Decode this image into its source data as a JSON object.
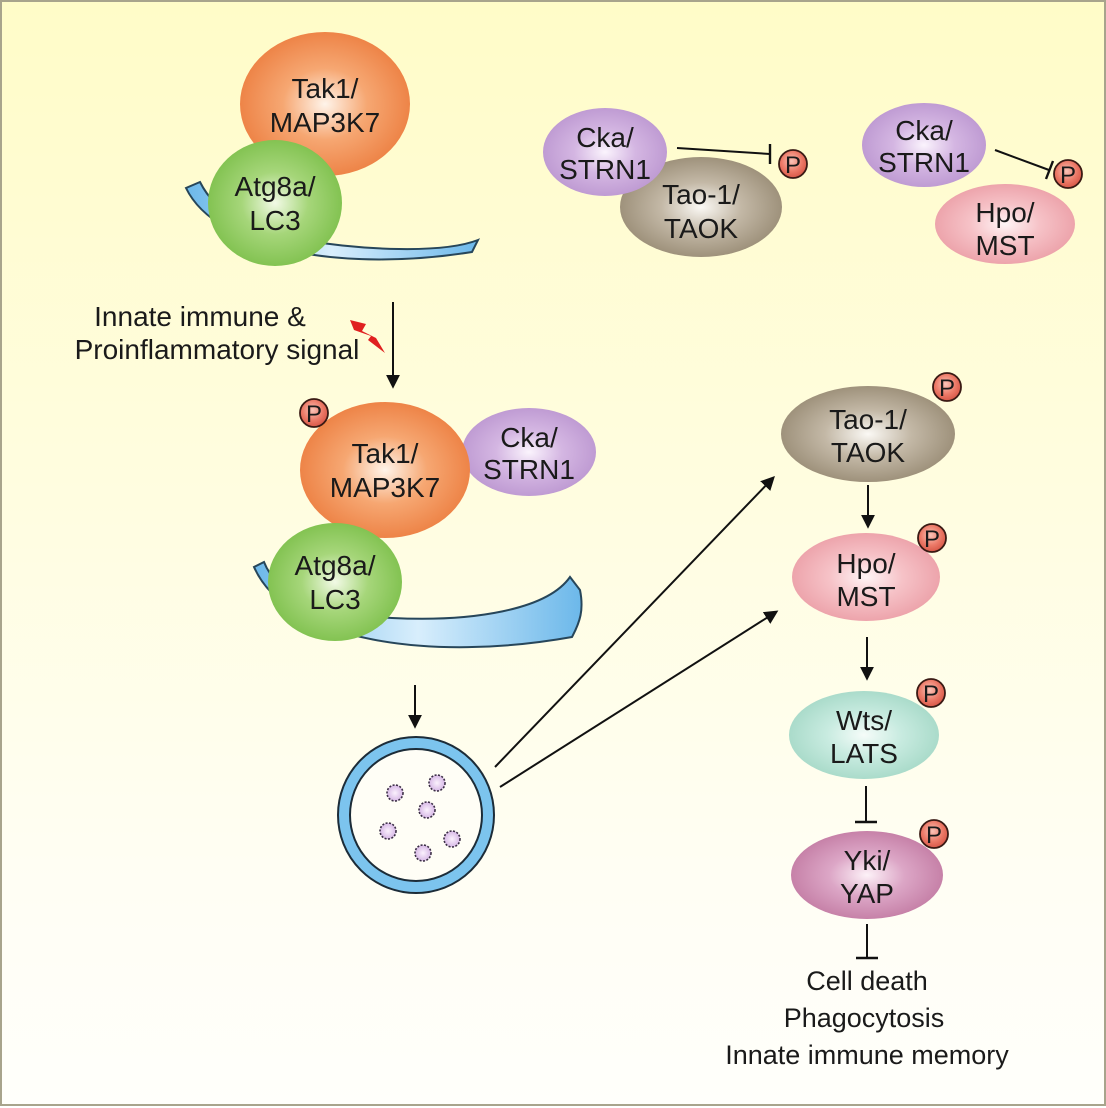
{
  "colors": {
    "tak1": "#f08a4b",
    "atg8a": "#8cc85a",
    "cka": "#c6a2d6",
    "tao1": "#a0937e",
    "hpo": "#f0a8b0",
    "wts": "#a8dccc",
    "yki": "#c880a8",
    "membrane": "#7cc4ee",
    "phospho": "#e8685a",
    "signal": "#e02020"
  },
  "top_left_complex": {
    "tak1": [
      "Tak1/",
      "MAP3K7"
    ],
    "atg8a": [
      "Atg8a/",
      "LC3"
    ]
  },
  "top_middle_complex": {
    "cka": [
      "Cka/",
      "STRN1"
    ],
    "tao1": [
      "Tao-1/",
      "TAOK"
    ],
    "phospho": "P"
  },
  "top_right_complex": {
    "cka": [
      "Cka/",
      "STRN1"
    ],
    "hpo": [
      "Hpo/",
      "MST"
    ],
    "phospho": "P"
  },
  "signal_label": [
    "Innate immune &",
    "Proinflammatory signal"
  ],
  "signal_icon": "lightning-bolt-icon",
  "activated_complex": {
    "phospho": "P",
    "tak1": [
      "Tak1/",
      "MAP3K7"
    ],
    "cka": [
      "Cka/",
      "STRN1"
    ],
    "atg8a": [
      "Atg8a/",
      "LC3"
    ]
  },
  "cascade": [
    {
      "id": "tao1",
      "label": [
        "Tao-1/",
        "TAOK"
      ],
      "phospho": "P"
    },
    {
      "id": "hpo",
      "label": [
        "Hpo/",
        "MST"
      ],
      "phospho": "P"
    },
    {
      "id": "wts",
      "label": [
        "Wts/",
        "LATS"
      ],
      "phospho": "P"
    },
    {
      "id": "yki",
      "label": [
        "Yki/",
        "YAP"
      ],
      "phospho": "P"
    }
  ],
  "cascade_links": [
    "activates",
    "activates",
    "inhibits",
    "inhibits"
  ],
  "outcomes": [
    "Cell death",
    "Phagocytosis",
    "Innate immune memory"
  ]
}
